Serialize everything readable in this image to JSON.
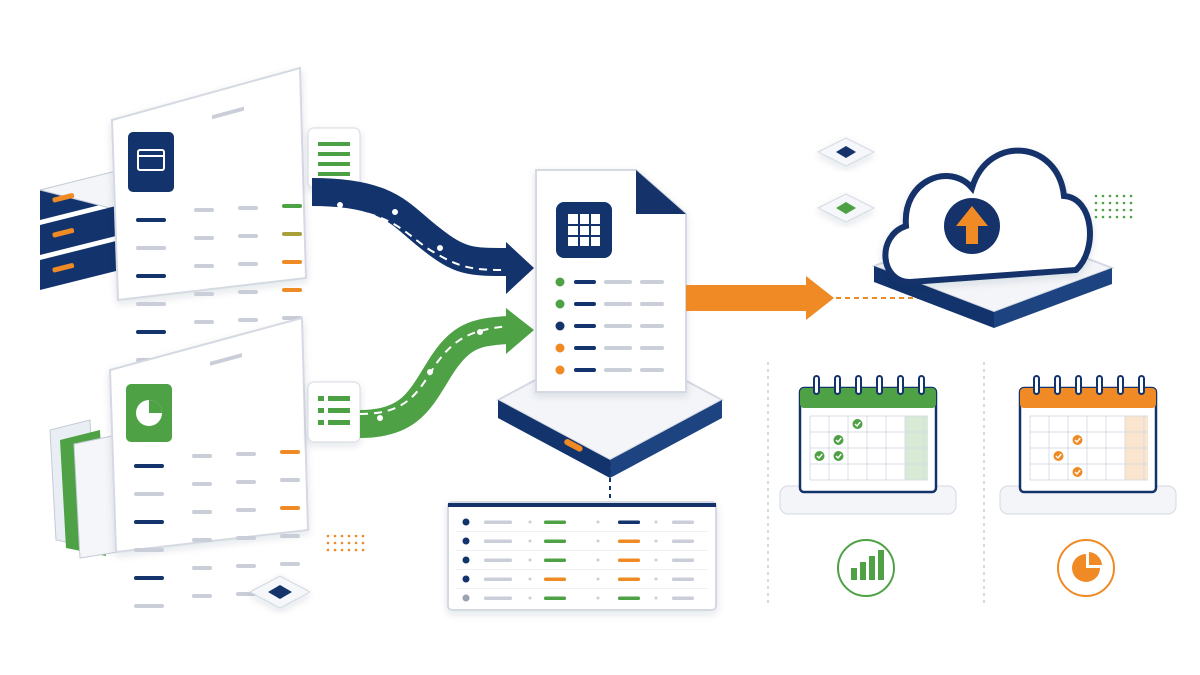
{
  "colors": {
    "navy": "#12336b",
    "green": "#4ea145",
    "orange": "#f08a24",
    "line_gray": "#c9ced8",
    "panel_border": "#d4d9e2",
    "platform": "#eef1f5"
  },
  "icons": {
    "server": "server-stack-icon",
    "folder": "folder-icon",
    "spreadsheet": "spreadsheet-icon",
    "pie": "pie-chart-icon",
    "grid": "table-grid-icon",
    "cloud": "cloud-upload-icon",
    "upload_arrow": "arrow-up-icon",
    "calendar_green": "calendar-icon",
    "calendar_orange": "calendar-icon",
    "bar_chart": "bar-chart-icon",
    "pie_badge": "pie-chart-icon",
    "check": "check-icon"
  },
  "sources": [
    {
      "name": "source-system-top",
      "accent": "#12336b",
      "icon": "window-icon"
    },
    {
      "name": "source-system-bottom",
      "accent": "#4ea145",
      "icon": "pie-chart-icon"
    }
  ],
  "hub": {
    "row_dots": [
      "#4ea145",
      "#4ea145",
      "#12336b",
      "#f08a24",
      "#f08a24"
    ]
  },
  "output_table": {
    "row_dots": [
      "#12336b",
      "#12336b",
      "#12336b",
      "#12336b",
      "#9aa3b2"
    ],
    "cell_colors": [
      [
        "#c9ced8",
        "#4ea145",
        "#12336b",
        "#c9ced8"
      ],
      [
        "#c9ced8",
        "#4ea145",
        "#f08a24",
        "#c9ced8"
      ],
      [
        "#c9ced8",
        "#4ea145",
        "#f08a24",
        "#c9ced8"
      ],
      [
        "#c9ced8",
        "#f08a24",
        "#f08a24",
        "#c9ced8"
      ],
      [
        "#c9ced8",
        "#4ea145",
        "#4ea145",
        "#c9ced8"
      ]
    ]
  },
  "calendars": [
    {
      "name": "calendar-green",
      "accent": "#4ea145",
      "checks": [
        [
          2,
          0
        ],
        [
          1,
          1
        ],
        [
          0,
          2
        ],
        [
          1,
          2
        ]
      ]
    },
    {
      "name": "calendar-orange",
      "accent": "#f08a24",
      "checks": [
        [
          2,
          1
        ],
        [
          1,
          2
        ],
        [
          2,
          3
        ]
      ]
    }
  ]
}
